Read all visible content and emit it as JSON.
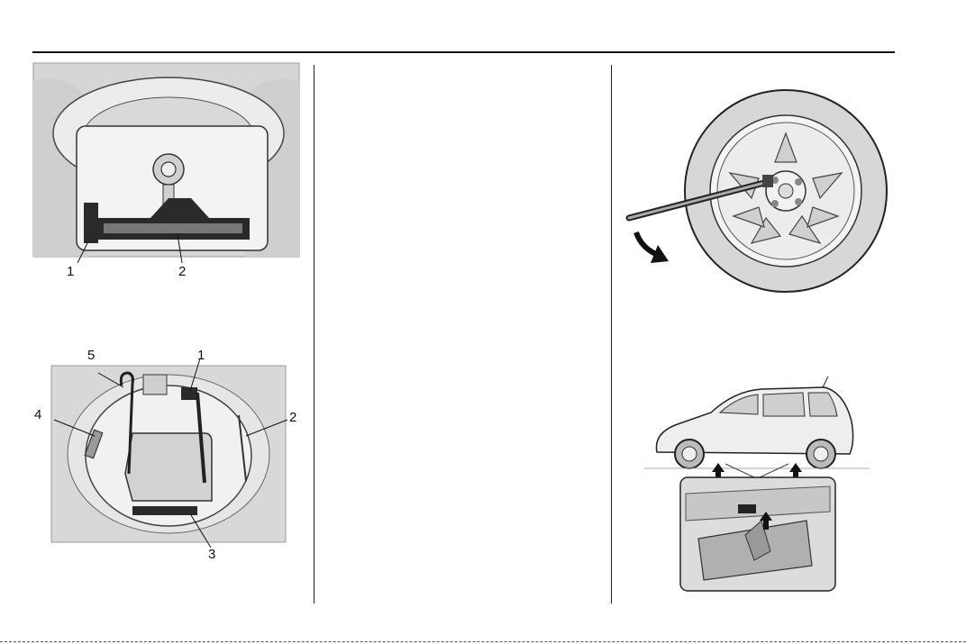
{
  "figures": {
    "spare_well": {
      "callouts": {
        "c1": "1",
        "c2": "2"
      }
    },
    "tool_kit": {
      "callouts": {
        "c1": "1",
        "c2": "2",
        "c3": "3",
        "c4": "4",
        "c5": "5"
      }
    },
    "wheel_nut": {},
    "jack_points": {}
  },
  "colors": {
    "line": "#111111",
    "panel": "#dcdcdc",
    "light": "#f2f2f2",
    "mid": "#b5b5b5",
    "dark": "#333333"
  }
}
